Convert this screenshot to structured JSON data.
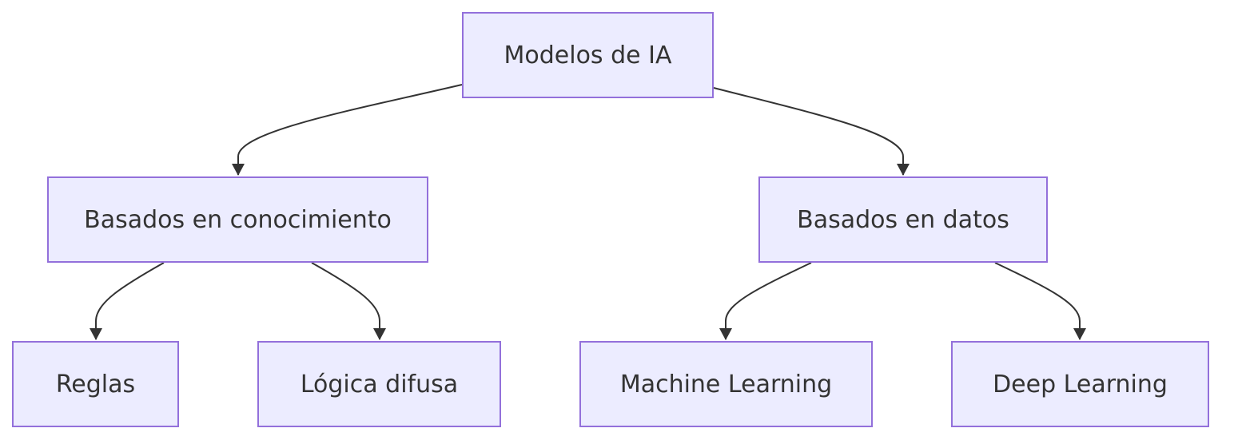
{
  "diagram": {
    "type": "flowchart-tree",
    "colors": {
      "node_fill": "#ececff",
      "node_border": "#9370db",
      "edge": "#333333",
      "text": "#333333"
    },
    "nodes": {
      "root": "Modelos de IA",
      "knowledge_based": "Basados en conocimiento",
      "data_based": "Basados en datos",
      "rules": "Reglas",
      "fuzzy_logic": "Lógica difusa",
      "machine_learning": "Machine Learning",
      "deep_learning": "Deep Learning"
    },
    "edges": [
      {
        "from": "root",
        "to": "knowledge_based"
      },
      {
        "from": "root",
        "to": "data_based"
      },
      {
        "from": "knowledge_based",
        "to": "rules"
      },
      {
        "from": "knowledge_based",
        "to": "fuzzy_logic"
      },
      {
        "from": "data_based",
        "to": "machine_learning"
      },
      {
        "from": "data_based",
        "to": "deep_learning"
      }
    ]
  }
}
